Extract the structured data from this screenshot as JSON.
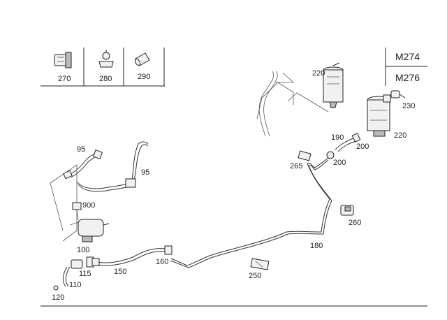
{
  "engines": [
    "M274",
    "M276"
  ],
  "legend_parts": [
    {
      "num": "270",
      "icon": "clip-icon"
    },
    {
      "num": "280",
      "icon": "valve-icon"
    },
    {
      "num": "290",
      "icon": "sleeve-icon"
    }
  ],
  "callouts": {
    "p95a": "95",
    "p95b": "95",
    "p900": "900",
    "p100": "100",
    "p115": "115",
    "p110": "110",
    "p120": "120",
    "p150": "150",
    "p160": "160",
    "p250": "250",
    "p180": "180",
    "p260": "260",
    "p265": "265",
    "p200a": "200",
    "p190": "190",
    "p200b": "200",
    "p220a": "220",
    "p220b": "220",
    "p230": "230"
  }
}
